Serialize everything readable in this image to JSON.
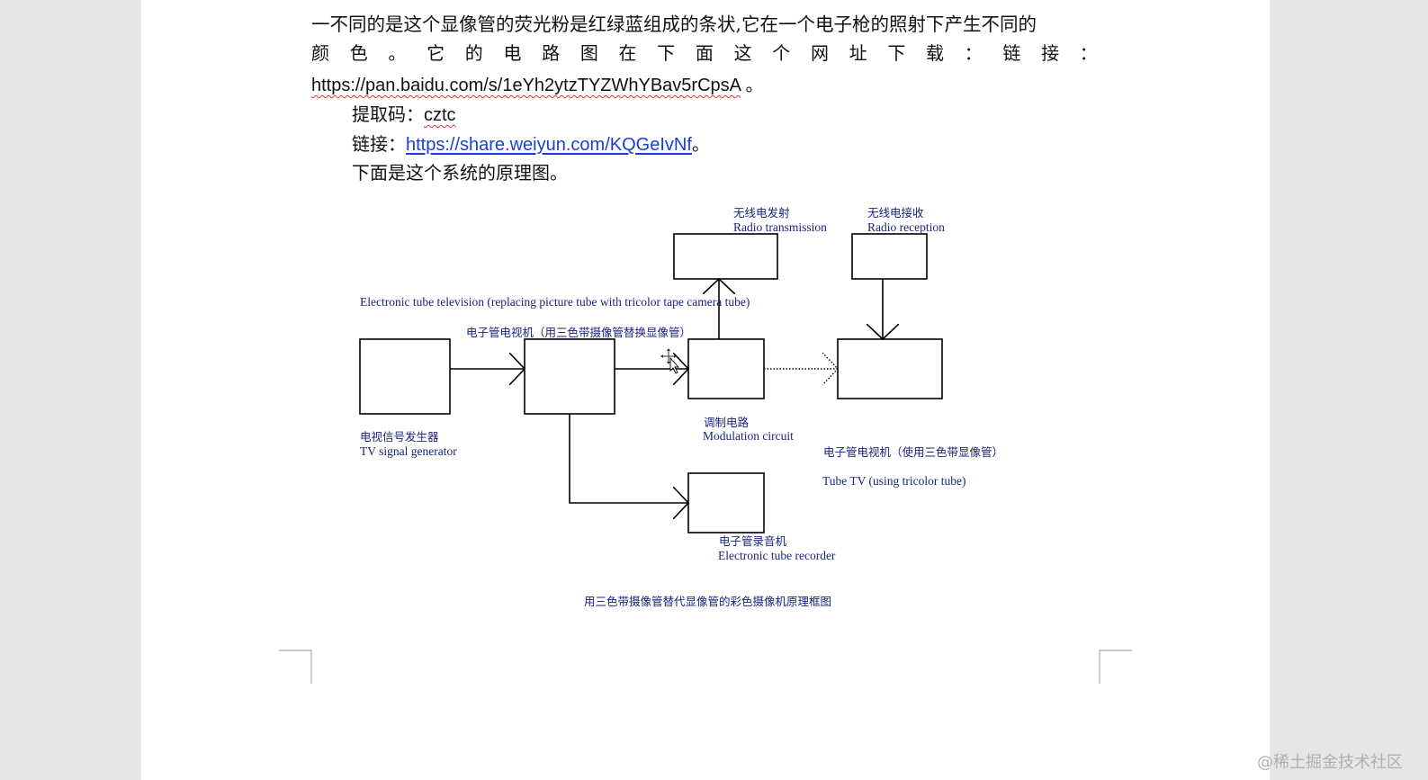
{
  "document": {
    "line1": "一不同的是这个显像管的荧光粉是红绿蓝组成的条状,它在一个电子枪的照射下产生不同的",
    "line2_chars": [
      "颜",
      "色",
      "。",
      "它",
      "的",
      "电",
      "路",
      "图",
      "在",
      "下",
      "面",
      "这",
      "个",
      "网",
      "址",
      "下",
      "载",
      "：",
      "链",
      "接",
      "："
    ],
    "url_line": "https://pan.baidu.com/s/1eYh2ytzTYZWhYBav5rCpsA",
    "url_tail": " 。",
    "code_label": "提取码：",
    "code_value": "cztc",
    "link_label": "链接：",
    "link_url": "https://share.weiyun.com/KQGeIvNf",
    "link_tail": "。",
    "intro": "下面是这个系统的原理图。"
  },
  "diagram": {
    "radio_tx_cn": "无线电发射",
    "radio_tx_en": "Radio transmission",
    "radio_rx_cn": "无线电接收",
    "radio_rx_en": "Radio reception",
    "etv_en": "Electronic tube television (replacing picture tube with tricolor tape camera tube)",
    "etv_cn": "电子管电视机（用三色带摄像管替换显像管）",
    "tvgen_cn": "电视信号发生器",
    "tvgen_en": "TV signal generator",
    "mod_cn": "调制电路",
    "mod_en": "Modulation circuit",
    "tubetv_cn": "电子管电视机（使用三色带显像管）",
    "tubetv_en": "Tube TV (using tricolor tube)",
    "recorder_cn": "电子管录音机",
    "recorder_en": "Electronic tube recorder",
    "caption": "用三色带摄像管替代显像管的彩色摄像机原理框图"
  },
  "watermark": "@稀土掘金技术社区"
}
